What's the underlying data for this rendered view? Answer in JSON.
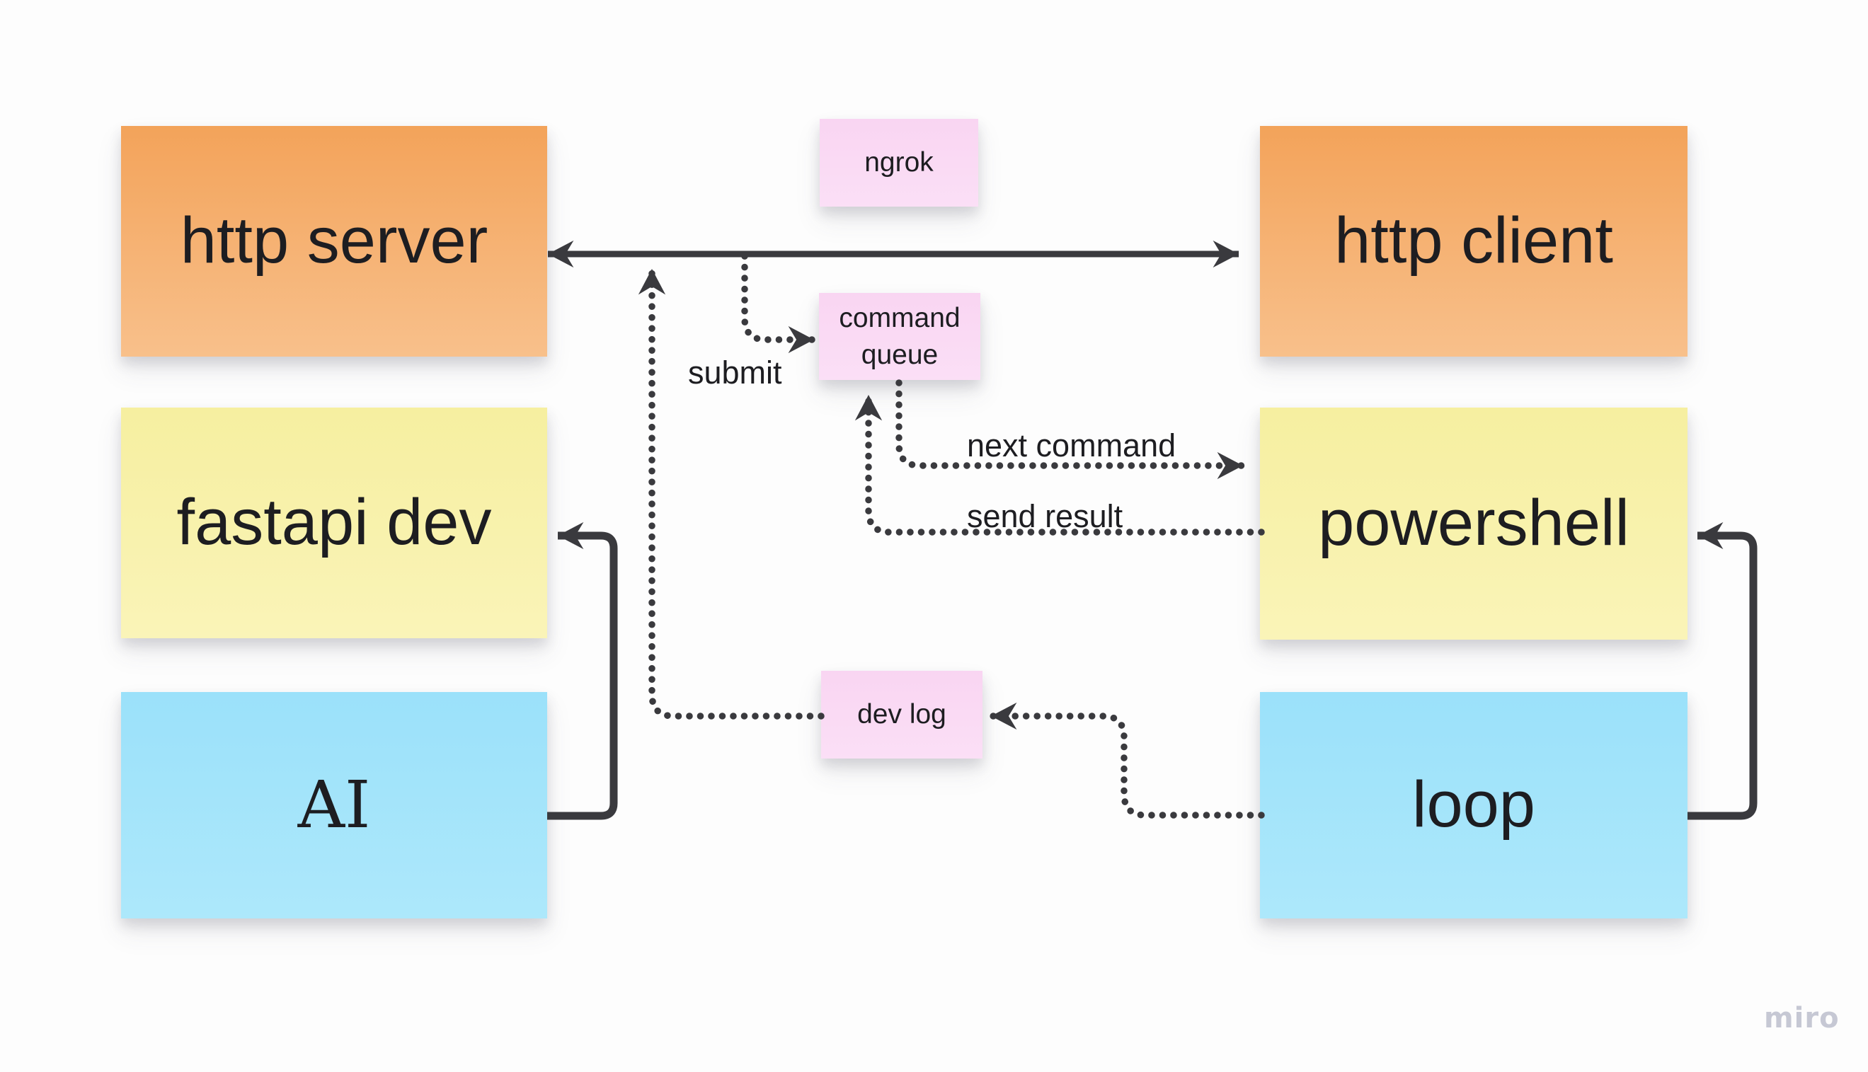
{
  "board": {
    "background": "#fdfdfd",
    "watermark": "miro"
  },
  "nodes": {
    "http_server": {
      "label": "http server",
      "fill_top": "#f3a35a",
      "fill_bottom": "#f8c08b"
    },
    "http_client": {
      "label": "http client",
      "fill_top": "#f3a35a",
      "fill_bottom": "#f8c08b"
    },
    "fastapi_dev": {
      "label": "fastapi dev",
      "fill_top": "#f6efa0",
      "fill_bottom": "#faf4b8"
    },
    "powershell": {
      "label": "powershell",
      "fill_top": "#f6efa0",
      "fill_bottom": "#faf4b8"
    },
    "ai": {
      "label": "AI",
      "fill_top": "#9be1fa",
      "fill_bottom": "#ade8fb"
    },
    "loop": {
      "label": "loop",
      "fill_top": "#9be1fa",
      "fill_bottom": "#ade8fb"
    },
    "ngrok": {
      "label": "ngrok",
      "fill_top": "#f9d5f2",
      "fill_bottom": "#fbdff6"
    },
    "command_queue": {
      "label": "command queue",
      "fill_top": "#f9d5f2",
      "fill_bottom": "#fbdff6"
    },
    "dev_log": {
      "label": "dev log",
      "fill_top": "#f9d5f2",
      "fill_bottom": "#fbdff6"
    }
  },
  "edge_labels": {
    "submit": "submit",
    "next_command": "next command",
    "send_result": "send result"
  },
  "edges": [
    {
      "name": "http-server-http-client",
      "style": "solid",
      "arrows": "both",
      "label": ""
    },
    {
      "name": "ai-to-fastapi-dev",
      "style": "solid",
      "arrows": "end",
      "label": ""
    },
    {
      "name": "loop-to-powershell",
      "style": "solid",
      "arrows": "end",
      "label": ""
    },
    {
      "name": "http-line-to-command-queue",
      "style": "dotted",
      "arrows": "end",
      "label": "submit"
    },
    {
      "name": "command-queue-to-powershell",
      "style": "dotted",
      "arrows": "end",
      "label": "next command"
    },
    {
      "name": "powershell-to-command-queue",
      "style": "dotted",
      "arrows": "end",
      "label": "send result"
    },
    {
      "name": "loop-to-dev-log",
      "style": "dotted",
      "arrows": "end",
      "label": ""
    },
    {
      "name": "dev-log-to-http-line",
      "style": "dotted",
      "arrows": "end",
      "label": ""
    }
  ],
  "colors": {
    "edge": "#3a3a3e",
    "text": "#1d1d21",
    "watermark": "#c6c8d4"
  }
}
